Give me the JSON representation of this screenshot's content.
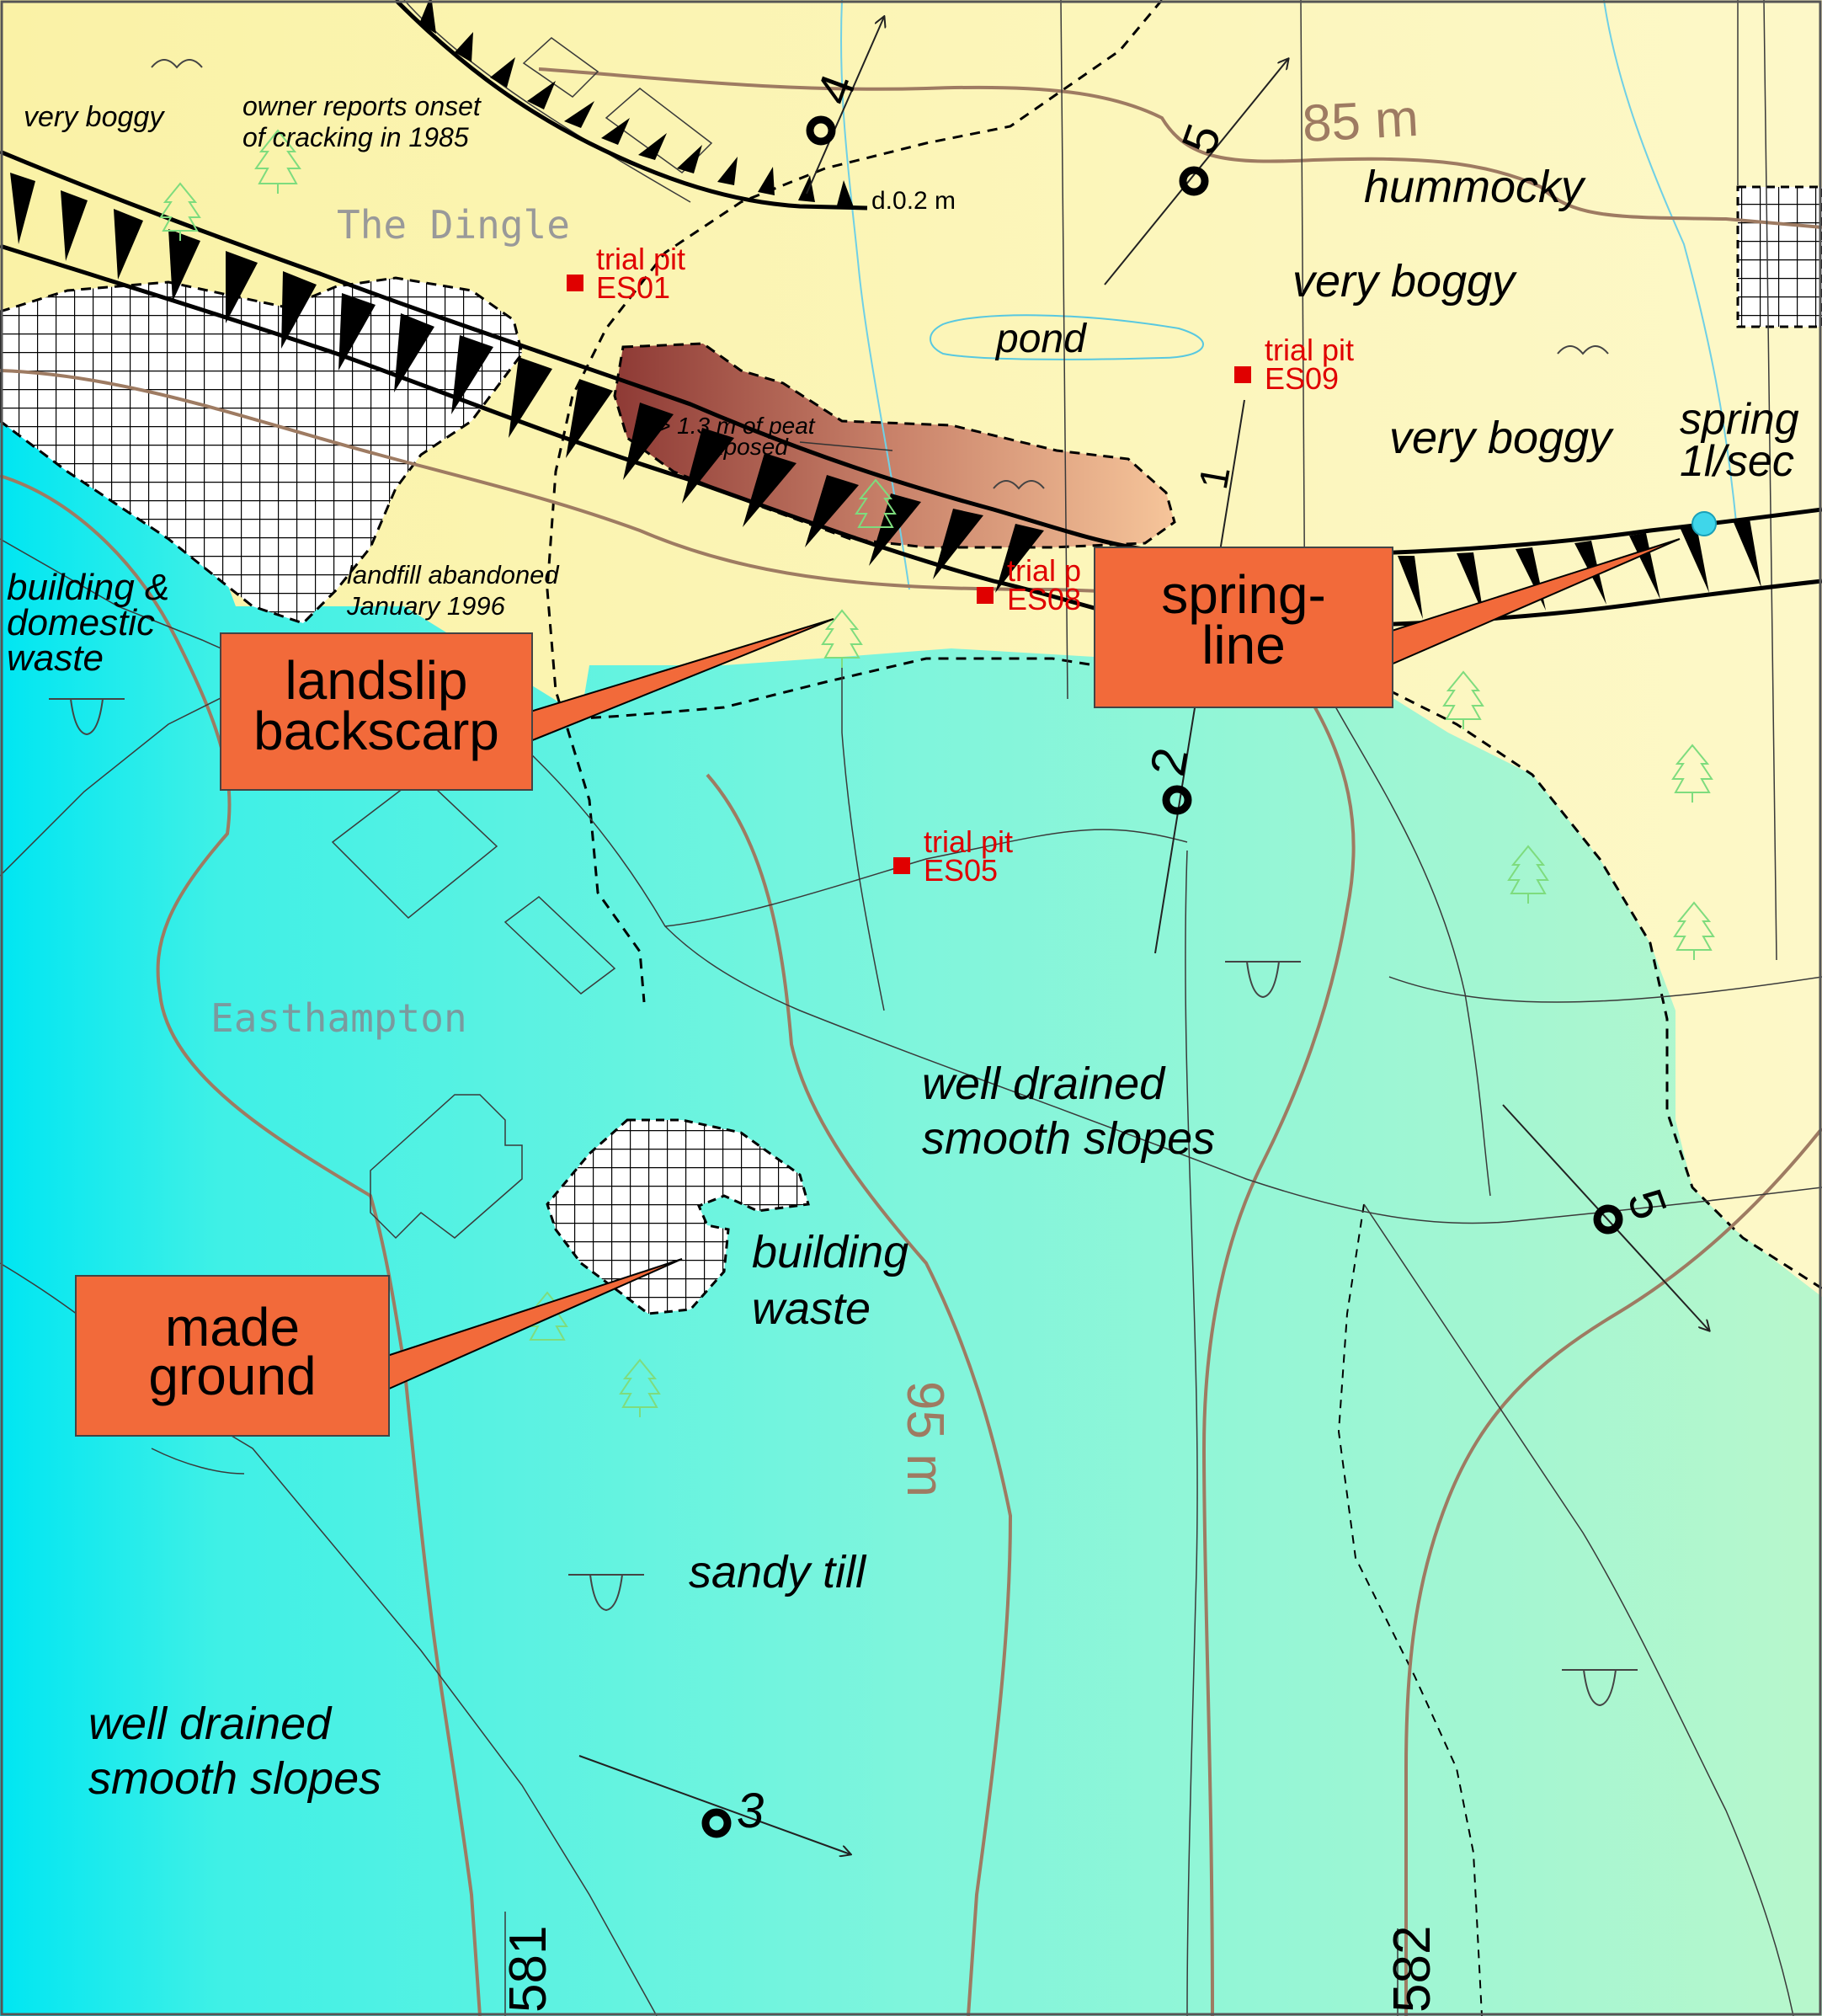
{
  "map": {
    "place_names": {
      "dingle": "The Dingle",
      "easthampton": "Easthampton"
    },
    "contours": {
      "c85": "85 m",
      "c95": "95 m"
    },
    "grid_refs": {
      "g581": "581",
      "g582": "582"
    },
    "texts": {
      "very_boggy_1": "very boggy",
      "owner_line1": "owner reports onset",
      "owner_line2": "of cracking in 1985",
      "hummocky": "hummocky",
      "very_boggy_2": "very boggy",
      "pond": "pond",
      "very_boggy_3": "very boggy",
      "spring_line1": "spring",
      "spring_line2": "1l/sec",
      "peat_line1": "> 1.3 m of peat",
      "peat_line2": "exposed",
      "landfill_line1": "landfill abandoned",
      "landfill_line2": "January 1996",
      "bdw_line1": "building &",
      "bdw_line2": "domestic",
      "bdw_line3": "waste",
      "wd_mid_line1": "well drained",
      "wd_mid_line2": "smooth slopes",
      "bw_line1": "building",
      "bw_line2": "waste",
      "sandy_till": "sandy till",
      "wd_low_line1": "well drained",
      "wd_low_line2": "smooth slopes",
      "d02": "d.0.2 m"
    },
    "trial_pits": [
      {
        "line1": "trial pit",
        "id": "ES01"
      },
      {
        "line1": "trial pit",
        "id": "ES09"
      },
      {
        "line1": "trial p",
        "id": "ES08"
      },
      {
        "line1": "trial pit",
        "id": "ES05"
      }
    ],
    "dips": [
      "4",
      "5",
      "1",
      "2",
      "5",
      "3"
    ],
    "callouts": {
      "landslip_line1": "landslip",
      "landslip_line2": "backscarp",
      "springline_line1": "spring-",
      "springline_line2": "line",
      "made_line1": "made",
      "made_line2": "ground"
    },
    "colors": {
      "till": "#7ff5dc",
      "till_left": "#00e6f0",
      "peat_bog": "#fdf6b8",
      "peat_exposed": "#9a4a42",
      "callout": "#f26a3a",
      "trial_pit": "#e00000",
      "contour": "#9e7b62"
    }
  }
}
